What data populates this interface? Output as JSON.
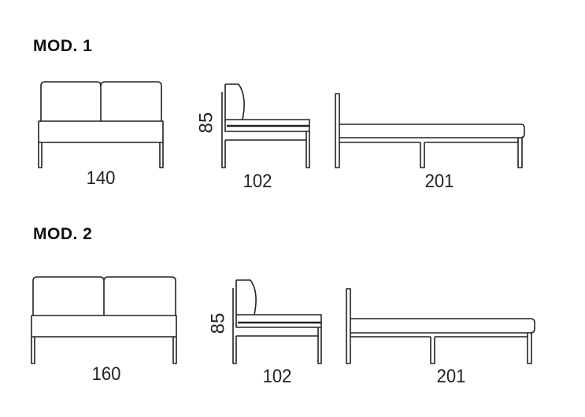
{
  "models": [
    {
      "title": "MOD. 1",
      "front_width": "140",
      "height": "85",
      "depth": "102",
      "bed_length": "201"
    },
    {
      "title": "MOD. 2",
      "front_width": "160",
      "height": "85",
      "depth": "102",
      "bed_length": "201"
    }
  ],
  "colors": {
    "line": "#222222",
    "background": "#ffffff"
  }
}
